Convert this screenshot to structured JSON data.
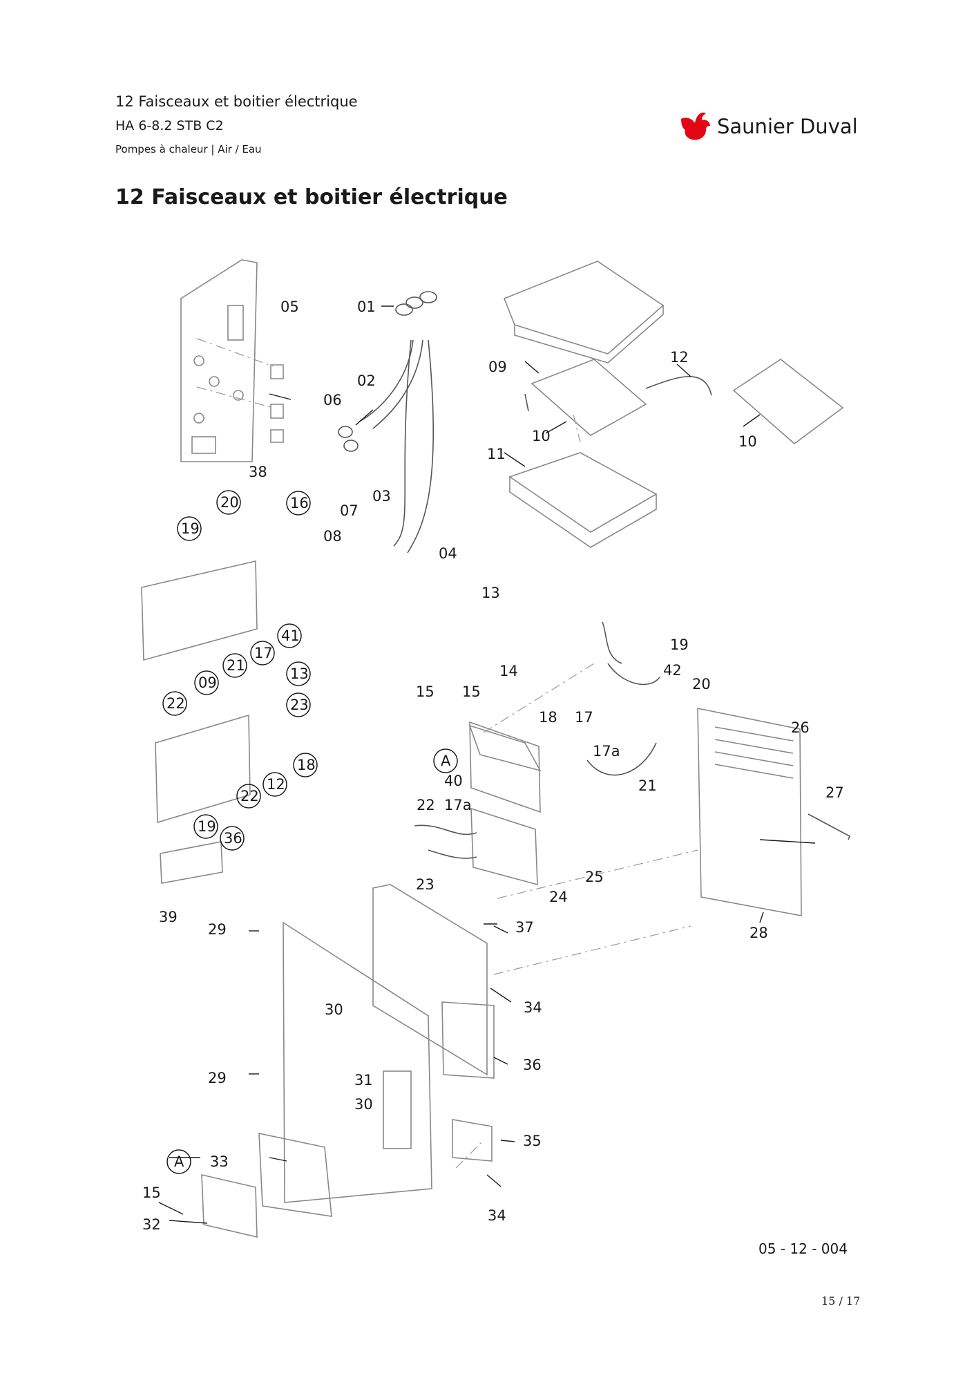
{
  "header": {
    "section": "12 Faisceaux et boitier électrique",
    "model": "HA 6-8.2 STB C2",
    "category": "Pompes à chaleur | Air / Eau"
  },
  "brand": {
    "name": "Saunier Duval",
    "color": "#e30613"
  },
  "title": "12 Faisceaux et boitier électrique",
  "diagram": {
    "callouts": [
      "01",
      "02",
      "03",
      "04",
      "05",
      "06",
      "07",
      "08",
      "09",
      "10",
      "11",
      "12",
      "13",
      "14",
      "15",
      "16",
      "17",
      "17a",
      "18",
      "19",
      "20",
      "21",
      "22",
      "23",
      "24",
      "25",
      "26",
      "27",
      "28",
      "29",
      "30",
      "31",
      "32",
      "33",
      "34",
      "35",
      "36",
      "37",
      "38",
      "39",
      "40",
      "41",
      "42"
    ],
    "circled_labels": [
      "19",
      "20",
      "16",
      "41",
      "17",
      "21",
      "09",
      "22",
      "13",
      "23",
      "18",
      "12",
      "22",
      "19",
      "36",
      "A",
      "A"
    ],
    "code": "05 - 12 - 004"
  },
  "footer": {
    "page": "15 / 17"
  }
}
